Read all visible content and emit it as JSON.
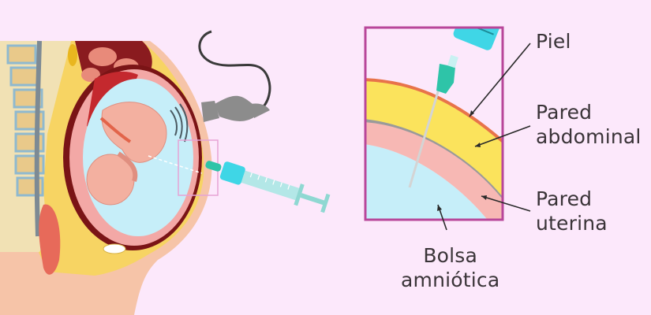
{
  "colors": {
    "background": "#fce8fb",
    "frame_border": "#b8469a",
    "skin": "#e8734a",
    "abdominal_wall": "#fbe35c",
    "uterine_wall": "#f7b8b4",
    "amniotic_fluid": "#c6eef9",
    "syringe_cyan": "#3fd6e6",
    "needle_hub": "#2ec4a8",
    "label_text": "#3a3438"
  },
  "labels": {
    "piel": {
      "text": "Piel"
    },
    "pared_abdominal": {
      "line1": "Pared",
      "line2": "abdominal"
    },
    "pared_uterina": {
      "line1": "Pared",
      "line2": "uterina"
    },
    "bolsa_amniotica": {
      "line1": "Bolsa",
      "line2": "amniótica"
    }
  }
}
